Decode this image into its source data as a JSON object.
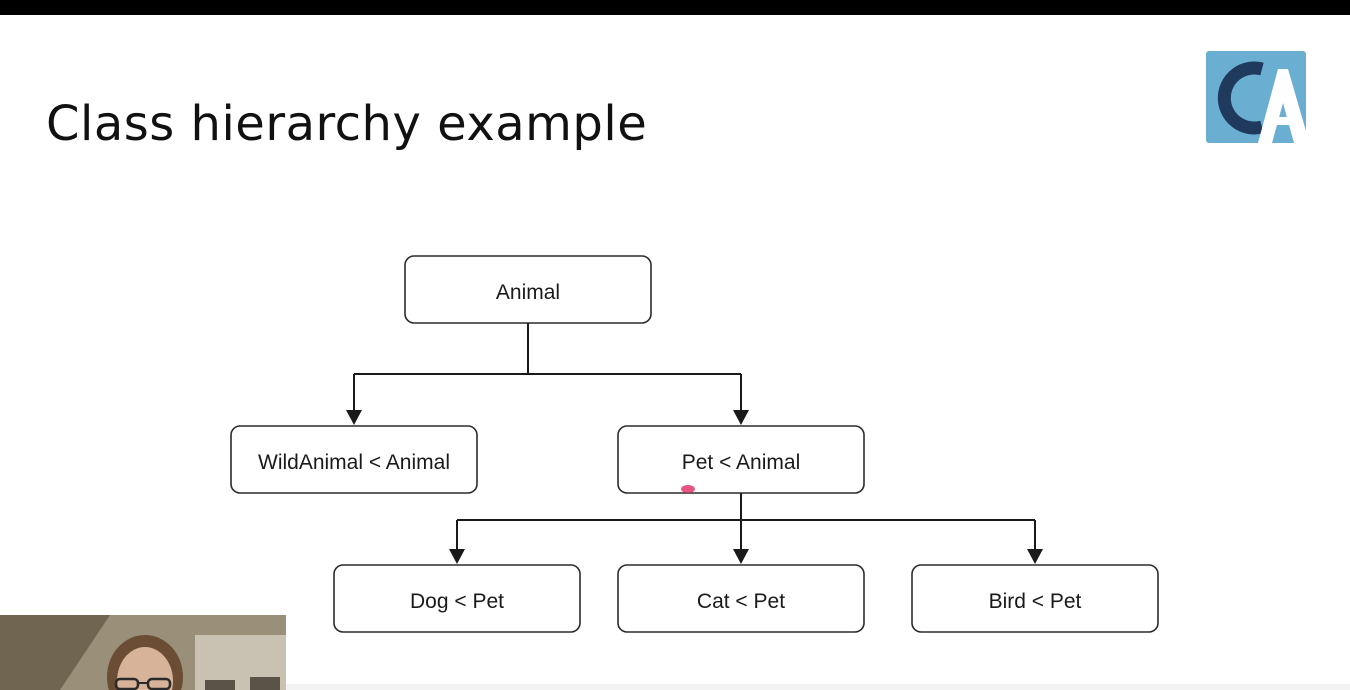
{
  "slide": {
    "title": "Class hierarchy example"
  },
  "logo": {
    "name": "CA logo",
    "colors": {
      "light_blue": "#6aaed2",
      "dark_navy": "#1f3a5c",
      "white": "#ffffff"
    }
  },
  "diagram": {
    "nodes": [
      {
        "id": "animal",
        "label": "Animal"
      },
      {
        "id": "wildanimal",
        "label": "WildAnimal < Animal"
      },
      {
        "id": "pet",
        "label": "Pet < Animal"
      },
      {
        "id": "dog",
        "label": "Dog < Pet"
      },
      {
        "id": "cat",
        "label": "Cat < Pet"
      },
      {
        "id": "bird",
        "label": "Bird < Pet"
      }
    ],
    "edges": [
      {
        "from": "animal",
        "to": "wildanimal"
      },
      {
        "from": "animal",
        "to": "pet"
      },
      {
        "from": "pet",
        "to": "dog"
      },
      {
        "from": "pet",
        "to": "cat"
      },
      {
        "from": "pet",
        "to": "bird"
      }
    ],
    "pointer_color": "#e0386a"
  },
  "webcam": {
    "description_icon": "person-video-icon"
  }
}
